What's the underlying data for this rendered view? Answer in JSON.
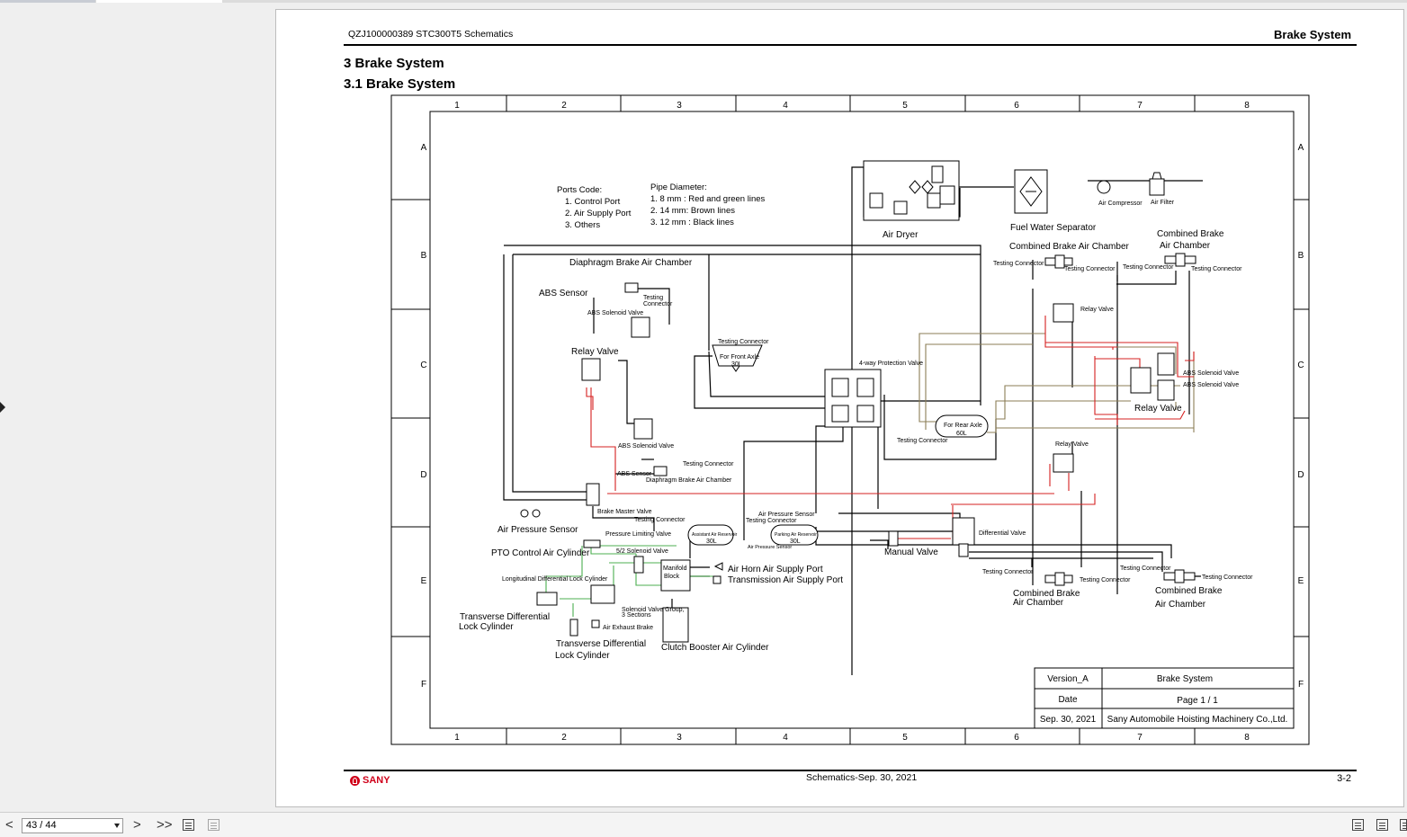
{
  "viewer": {
    "page_indicator": "43 / 44",
    "buttons": {
      "prev": "<",
      "next": ">",
      "last": ">>"
    }
  },
  "document": {
    "header_left": "QZJ100000389 STC300T5 Schematics",
    "header_right": "Brake System",
    "heading1": "3 Brake System",
    "heading2": "3.1 Brake System",
    "footer_center": "Schematics-Sep. 30, 2021",
    "footer_right": "3-2",
    "logo_text": "SANY"
  },
  "schematic": {
    "col_labels": [
      "1",
      "2",
      "3",
      "4",
      "5",
      "6",
      "7",
      "8"
    ],
    "row_labels": [
      "A",
      "B",
      "C",
      "D",
      "E",
      "F"
    ],
    "ports_code": {
      "title": "Ports Code:",
      "items": [
        "1. Control Port",
        "2. Air Supply Port",
        "3. Others"
      ]
    },
    "pipe_diameter": {
      "title": "Pipe Diameter:",
      "items": [
        "1. 8 mm : Red and green lines",
        "2. 14 mm: Brown lines",
        "3. 12 mm : Black lines"
      ]
    },
    "labels": {
      "air_dryer": "Air Dryer",
      "fuel_water_separator": "Fuel Water Separator",
      "air_compressor": "Air Compressor",
      "air_filter": "Air Filter",
      "combined_brake_air_chamber": "Combined Brake Air Chamber",
      "combined_brake": "Combined Brake",
      "air_chamber": "Air Chamber",
      "testing_connector": "Testing Connector",
      "relay_valve": "Relay Valve",
      "abs_solenoid_valve": "ABS Solenoid Valve",
      "abs_sensor": "ABS  Sensor",
      "abs_sensor_small": "ABS Sensor",
      "diaphragm_brake_air_chamber": "Diaphragm Brake Air Chamber",
      "testing": "Testing",
      "connector": "Connector",
      "for_front_axle": "For Front Axle",
      "front_30l": "30L",
      "four_way_protection_valve": "4-way Protection Valve",
      "for_rear_axle": "For Rear Axle",
      "rear_60l": "60L",
      "air_pressure_sensor": "Air Pressure  Sensor",
      "air_pressure_sensor_small": "Air Pressure  Sensor",
      "brake_master_valve": "Brake Master Valve",
      "pressure_limiting_valve": "Pressure Limiting Valve",
      "assistant_air_reservoir": "Assistant Air Reservoir",
      "parking_air_reservoir": "Parking Air Reservoir",
      "reservoir_30l": "30L",
      "air_pressure_sensor_tiny": "Air Pressure Sensor",
      "manual_valve": "Manual Valve",
      "differential_valve": "Differential Valve",
      "pto_control_air_cylinder": "PTO Control Air Cylinder",
      "solenoid_valve_52": "5/2 Solenoid Valve",
      "manifold": "Manifold",
      "block": "Block",
      "air_horn_air_supply_port": "Air Horn Air Supply Port",
      "transmission_air_supply_port": "Transmission Air Supply Port",
      "longitudinal_differential_lock_cylinder": "Longitudinal Differential Lock Cylinder",
      "solenoid_valve_group": "Solenoid Valve Group,",
      "three_sections": "3 Sections",
      "air_exhaust_brake": "Air Exhaust Brake",
      "transverse_differential": "Transverse Differential",
      "lock_cylinder": "Lock Cylinder",
      "clutch_booster_air_cylinder": "Clutch Booster Air Cylinder"
    },
    "title_block": {
      "version": "Version_A",
      "title": "Brake System",
      "date_label": "Date",
      "page": "Page 1 / 1",
      "date": "Sep. 30, 2021",
      "company": "Sany Automobile Hoisting Machinery Co.,Ltd."
    },
    "colors": {
      "red": "#d62020",
      "green": "#4caf50",
      "brown": "#8b7d56",
      "black": "#000000"
    }
  }
}
